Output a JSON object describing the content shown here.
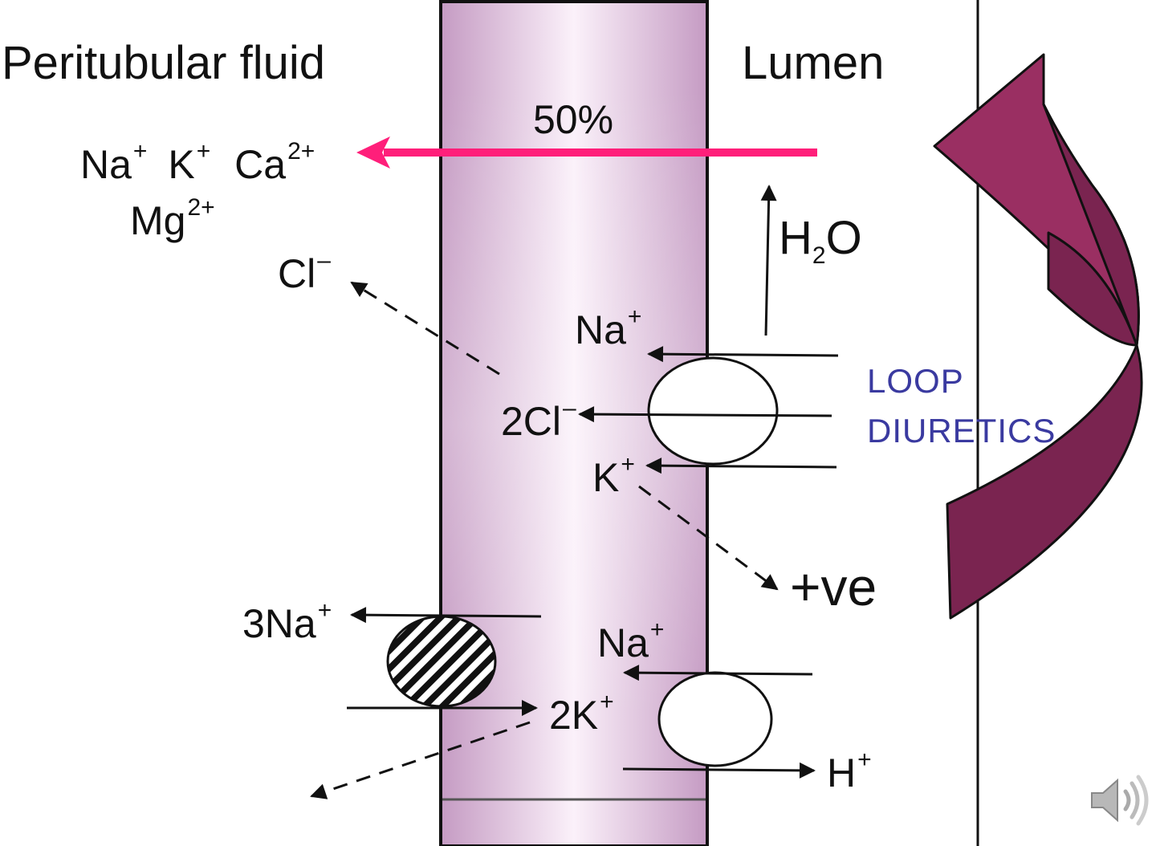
{
  "regions": {
    "left": "Peritubular fluid",
    "right": "Lumen"
  },
  "paracellular": {
    "percent": "50%",
    "ions": [
      "Na",
      "K",
      "Ca",
      "Mg"
    ],
    "charges": [
      "+",
      "+",
      "2+",
      "2+"
    ]
  },
  "chloride_exit": {
    "ion": "Cl",
    "charge": "–"
  },
  "water": {
    "base": "H",
    "subscript": "2",
    "rest": "O"
  },
  "nkcc2": {
    "na": "Na",
    "na_charge": "+",
    "cl": "2Cl",
    "cl_charge": "–",
    "k": "K",
    "k_charge": "+"
  },
  "lumen_potential": "+ve",
  "drug": {
    "line1": "LOOP",
    "line2": "DIURETICS"
  },
  "pump": {
    "na": "3Na",
    "na_charge": "+",
    "k": "2K",
    "k_charge": "+"
  },
  "exchanger": {
    "na": "Na",
    "na_charge": "+",
    "h": "H",
    "h_charge": "+"
  },
  "colors": {
    "cell_edge": "#c59bc3",
    "cell_center": "#fbf1fa",
    "paracellular_arrow": "#ff1f7a",
    "drug_text": "#3a3aa0",
    "drug_arrow_top": "#9a2f62",
    "drug_arrow_bottom": "#7a2450"
  },
  "icons": {
    "audio": "speaker-icon"
  }
}
